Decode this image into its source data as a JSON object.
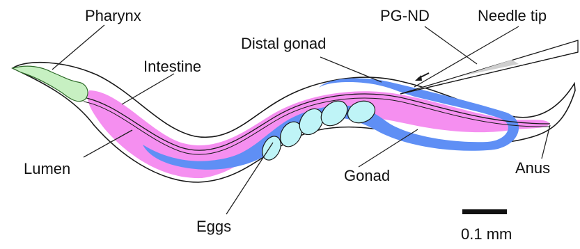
{
  "labels": {
    "pharynx": "Pharynx",
    "intestine": "Intestine",
    "lumen": "Lumen",
    "eggs": "Eggs",
    "distal_gonad": "Distal gonad",
    "gonad": "Gonad",
    "pg_nd": "PG-ND",
    "needle_tip": "Needle tip",
    "anus": "Anus"
  },
  "scale_bar": {
    "label": "0.1 mm"
  },
  "colors": {
    "body_outline": "#1a1a1a",
    "pharynx": "#c7f0c2",
    "intestine": "#f58ff0",
    "gonad": "#5f8ff5",
    "eggs": "#bff4f7",
    "needle": "#cfcfcf"
  }
}
